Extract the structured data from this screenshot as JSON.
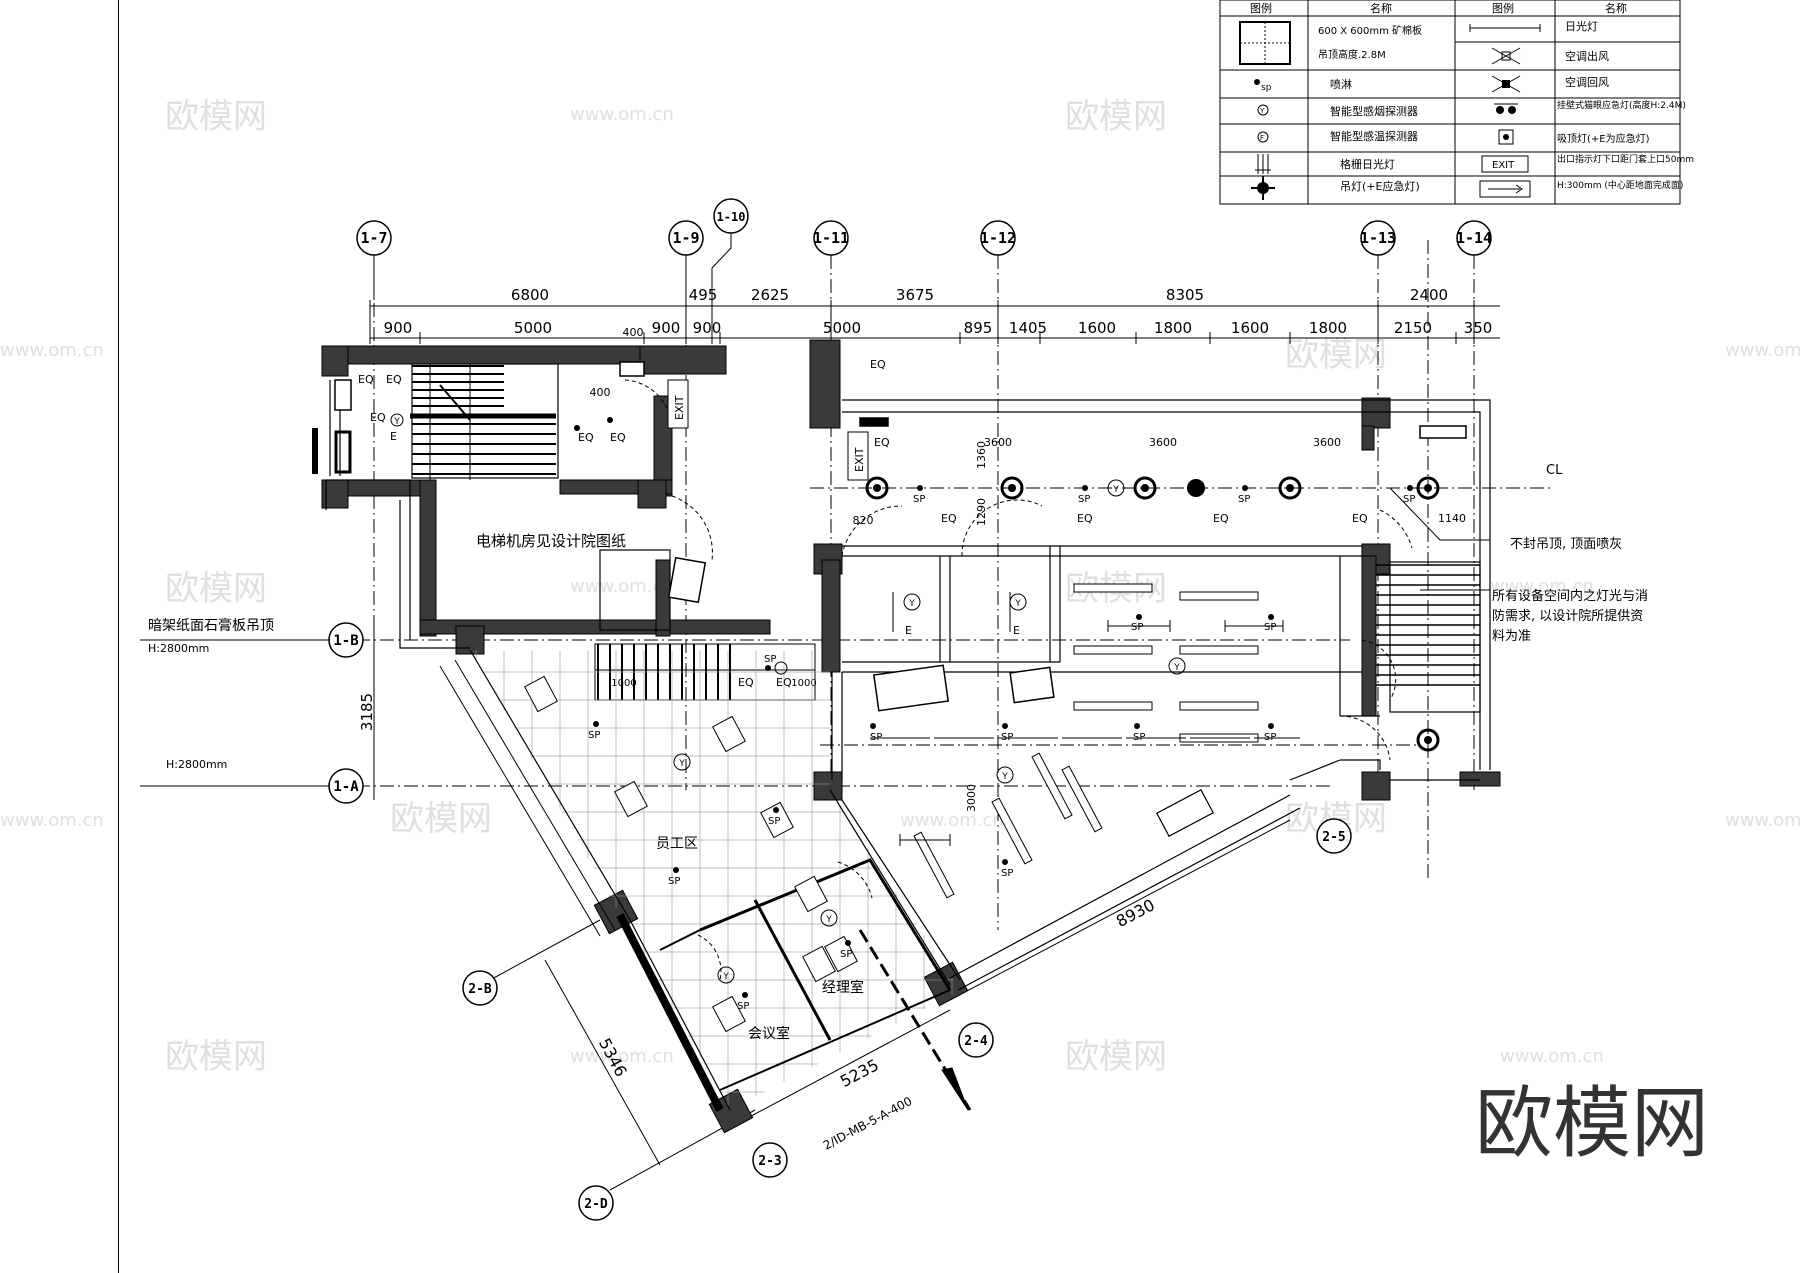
{
  "legend": {
    "headers": [
      "图例",
      "名称",
      "图例",
      "名称"
    ],
    "rows": [
      {
        "left_name": "600 X 600mm  矿棉板",
        "left_icon": "ceiling-tile-icon",
        "right_name": "日光灯",
        "right_icon": "fluorescent-light-icon"
      },
      {
        "left_name": "吊顶高度.2.8M",
        "left_icon": "ceiling-tile-icon",
        "right_name": "空调出风",
        "right_icon": "ac-supply-icon"
      },
      {
        "left_name": "喷淋",
        "left_icon": "sprinkler-icon",
        "right_name": "空调回风",
        "right_icon": "ac-return-icon"
      },
      {
        "left_name": "智能型感烟探测器",
        "left_icon": "smoke-detector-icon",
        "right_name": "挂壁式猫眼应急灯(高度H:2.4M)",
        "right_icon": "emergency-light-icon"
      },
      {
        "left_name": "智能型感温探测器",
        "left_icon": "heat-detector-icon",
        "right_name": "吸顶灯(+E为应急灯)",
        "right_icon": "ceiling-light-icon"
      },
      {
        "left_name": "格栅日光灯",
        "left_icon": "grille-light-icon",
        "right_name": "出口指示灯下口距门套上口50mm",
        "right_icon": "exit-sign-icon"
      },
      {
        "left_name": "吊灯(+E应急灯)",
        "left_icon": "pendant-light-icon",
        "right_name": "H:300mm (中心距地面完成面)",
        "right_icon": "direction-sign-icon"
      }
    ],
    "exit_text": "EXIT"
  },
  "grid_top": [
    "1-7",
    "1-9",
    "1-10",
    "1-11",
    "1-12",
    "1-13",
    "1-14"
  ],
  "grid_left": [
    "1-B",
    "1-A"
  ],
  "grid_diag": [
    "2-B",
    "2-D",
    "2-3",
    "2-4",
    "2-5"
  ],
  "dims_top_row1": [
    "6800",
    "495",
    "2625",
    "3675",
    "8305",
    "2400"
  ],
  "dims_top_row2": [
    "900",
    "5000",
    "900",
    "900",
    "5000",
    "895",
    "1405",
    "1600",
    "1800",
    "1600",
    "1800",
    "2150",
    "350"
  ],
  "dims_misc": {
    "d400a": "400",
    "d400b": "400",
    "d3600a": "3600",
    "d3600b": "3600",
    "d3600c": "3600",
    "d1360": "1360",
    "d1290": "1290",
    "d820": "820",
    "d1140": "1140",
    "d3185": "3185",
    "d3000": "3000",
    "d8930": "8930",
    "d5346": "5346",
    "d5235": "5235",
    "d1000a": "1000",
    "d1000b": "1000"
  },
  "labels": {
    "elevator_room": "电梯机房见设计院图纸",
    "ceiling_note": "暗架纸面石膏板吊顶",
    "height1": "H:2800mm",
    "height2": "H:2800mm",
    "staff_area": "员工区",
    "manager_room": "经理室",
    "meeting_room": "会议室",
    "no_ceiling": "不封吊顶, 顶面喷灰",
    "equipment_note1": "所有设备空间内之灯光与消",
    "equipment_note2": "防需求, 以设计院所提供资",
    "equipment_note3": "料为准",
    "cl": "CL",
    "section_ref": "2/ID-MB-5-A-400",
    "exit1": "EXIT",
    "exit2": "EXIT",
    "eq": "EQ",
    "sp": "SP",
    "y": "Y",
    "e": "E"
  },
  "watermark": {
    "brand": "欧模网",
    "url": "www.om.cn"
  }
}
